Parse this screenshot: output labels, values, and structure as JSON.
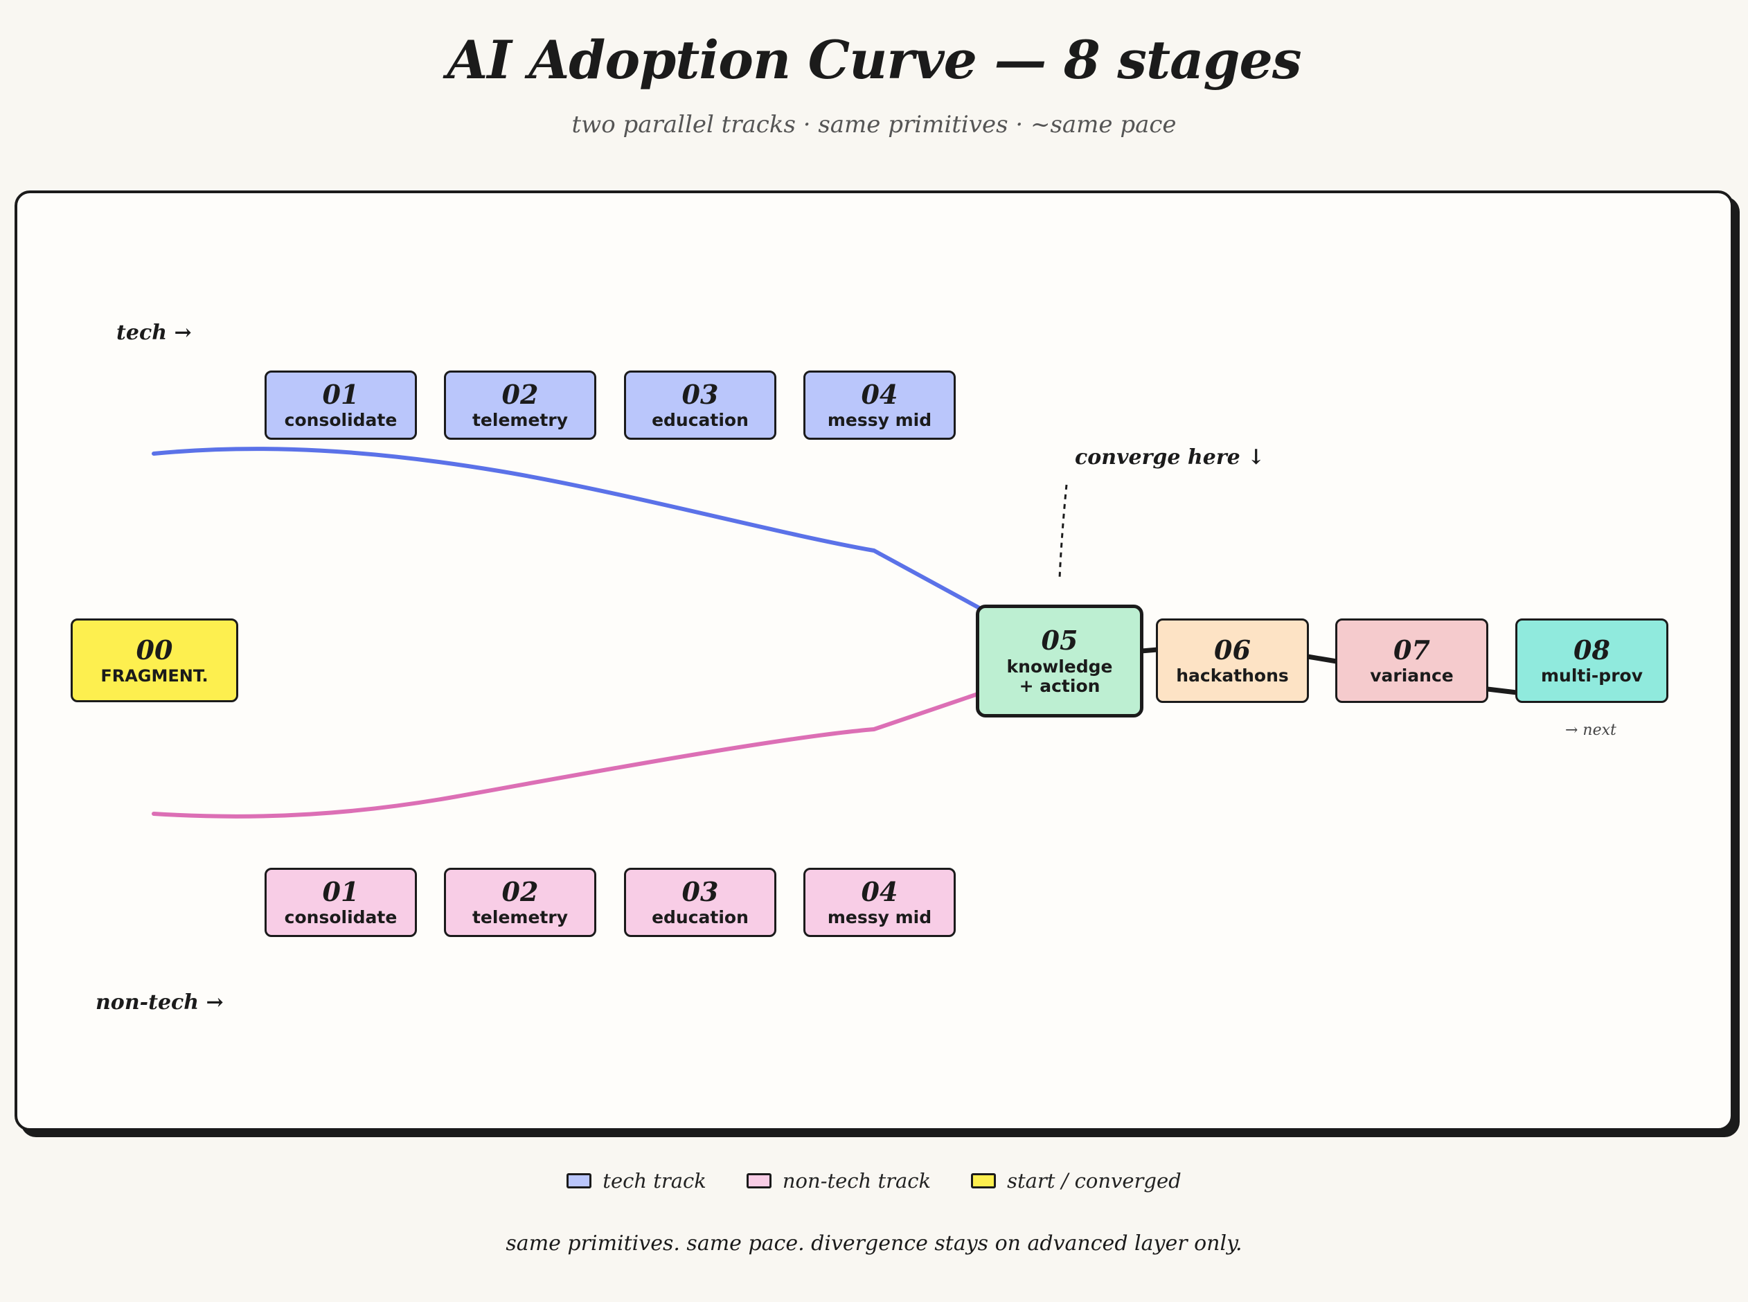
{
  "title": "AI Adoption Curve — 8 stages",
  "subtitle": "two parallel tracks · same primitives · ~same pace",
  "track_labels": {
    "tech": "tech →",
    "nontech": "non-tech →"
  },
  "start_node": {
    "num": "00",
    "label": "FRAGMENT."
  },
  "tech_track": [
    {
      "num": "01",
      "label": "consolidate"
    },
    {
      "num": "02",
      "label": "telemetry"
    },
    {
      "num": "03",
      "label": "education"
    },
    {
      "num": "04",
      "label": "messy mid"
    }
  ],
  "nontech_track": [
    {
      "num": "01",
      "label": "consolidate"
    },
    {
      "num": "02",
      "label": "telemetry"
    },
    {
      "num": "03",
      "label": "education"
    },
    {
      "num": "04",
      "label": "messy mid"
    }
  ],
  "converge_note": "converge here ↓",
  "converged_node": {
    "num": "05",
    "label_line1": "knowledge",
    "label_line2": "+ action"
  },
  "advanced": [
    {
      "num": "06",
      "label": "hackathons"
    },
    {
      "num": "07",
      "label": "variance"
    },
    {
      "num": "08",
      "label": "multi-prov"
    }
  ],
  "next_label": "→ next",
  "colors": {
    "tech_fill": "#bac6fb",
    "tech_line": "#5b72e8",
    "nontech_fill": "#f8cde6",
    "nontech_line": "#dc6fb5",
    "start_fill": "#fdef4f",
    "converged_fill": "#bdefd2",
    "stage06_fill": "#fde3c5",
    "stage07_fill": "#f5cbcd",
    "stage08_fill": "#90eadd"
  },
  "legend": [
    {
      "label": "tech track",
      "color": "#bac6fb"
    },
    {
      "label": "non-tech track",
      "color": "#f8cde6"
    },
    {
      "label": "start / converged",
      "color": "#fdef4f"
    }
  ],
  "footer": "same primitives. same pace. divergence stays on advanced layer only."
}
